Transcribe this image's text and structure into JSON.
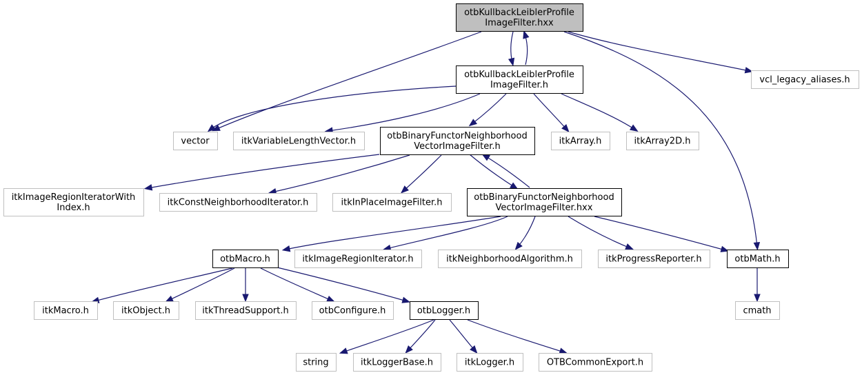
{
  "colors": {
    "edge": "#191970",
    "focus_fill": "#bfbfbf",
    "documented_border": "#000000",
    "external_border": "#bfbfbf",
    "node_fill": "#ffffff"
  },
  "nodes": [
    {
      "id": "kl_hxx",
      "kind": "focus",
      "lines": [
        "otbKullbackLeiblerProfile",
        "ImageFilter.hxx"
      ]
    },
    {
      "id": "kl_h",
      "kind": "documented",
      "lines": [
        "otbKullbackLeiblerProfile",
        "ImageFilter.h"
      ]
    },
    {
      "id": "vcl",
      "kind": "external",
      "lines": [
        "vcl_legacy_aliases.h"
      ]
    },
    {
      "id": "vector",
      "kind": "external",
      "lines": [
        "vector"
      ]
    },
    {
      "id": "itkvlv",
      "kind": "external",
      "lines": [
        "itkVariableLengthVector.h"
      ]
    },
    {
      "id": "bfn_h",
      "kind": "documented",
      "lines": [
        "otbBinaryFunctorNeighborhood",
        "VectorImageFilter.h"
      ]
    },
    {
      "id": "itkarray",
      "kind": "external",
      "lines": [
        "itkArray.h"
      ]
    },
    {
      "id": "itkarray2d",
      "kind": "external",
      "lines": [
        "itkArray2D.h"
      ]
    },
    {
      "id": "itkirwi",
      "kind": "external",
      "lines": [
        "itkImageRegionIteratorWith",
        "Index.h"
      ]
    },
    {
      "id": "itkcni",
      "kind": "external",
      "lines": [
        "itkConstNeighborhoodIterator.h"
      ]
    },
    {
      "id": "itkipif",
      "kind": "external",
      "lines": [
        "itkInPlaceImageFilter.h"
      ]
    },
    {
      "id": "bfn_hxx",
      "kind": "documented",
      "lines": [
        "otbBinaryFunctorNeighborhood",
        "VectorImageFilter.hxx"
      ]
    },
    {
      "id": "otbmacro",
      "kind": "documented",
      "lines": [
        "otbMacro.h"
      ]
    },
    {
      "id": "itkiri",
      "kind": "external",
      "lines": [
        "itkImageRegionIterator.h"
      ]
    },
    {
      "id": "itkna",
      "kind": "external",
      "lines": [
        "itkNeighborhoodAlgorithm.h"
      ]
    },
    {
      "id": "itkpr",
      "kind": "external",
      "lines": [
        "itkProgressReporter.h"
      ]
    },
    {
      "id": "otbmath",
      "kind": "documented",
      "lines": [
        "otbMath.h"
      ]
    },
    {
      "id": "itkmacro",
      "kind": "external",
      "lines": [
        "itkMacro.h"
      ]
    },
    {
      "id": "itkobject",
      "kind": "external",
      "lines": [
        "itkObject.h"
      ]
    },
    {
      "id": "itkts",
      "kind": "external",
      "lines": [
        "itkThreadSupport.h"
      ]
    },
    {
      "id": "otbconfigure",
      "kind": "external",
      "lines": [
        "otbConfigure.h"
      ]
    },
    {
      "id": "otblogger",
      "kind": "documented",
      "lines": [
        "otbLogger.h"
      ]
    },
    {
      "id": "cmath",
      "kind": "external",
      "lines": [
        "cmath"
      ]
    },
    {
      "id": "string",
      "kind": "external",
      "lines": [
        "string"
      ]
    },
    {
      "id": "itkloggerbase",
      "kind": "external",
      "lines": [
        "itkLoggerBase.h"
      ]
    },
    {
      "id": "itklogger",
      "kind": "external",
      "lines": [
        "itkLogger.h"
      ]
    },
    {
      "id": "otbcommonexport",
      "kind": "external",
      "lines": [
        "OTBCommonExport.h"
      ]
    }
  ],
  "edges": [
    {
      "from": "kl_hxx",
      "to": "kl_h"
    },
    {
      "from": "kl_hxx",
      "to": "vector"
    },
    {
      "from": "kl_hxx",
      "to": "vcl"
    },
    {
      "from": "kl_hxx",
      "to": "otbmath"
    },
    {
      "from": "kl_h",
      "to": "kl_hxx"
    },
    {
      "from": "kl_h",
      "to": "vector"
    },
    {
      "from": "kl_h",
      "to": "itkvlv"
    },
    {
      "from": "kl_h",
      "to": "bfn_h"
    },
    {
      "from": "kl_h",
      "to": "itkarray"
    },
    {
      "from": "kl_h",
      "to": "itkarray2d"
    },
    {
      "from": "bfn_h",
      "to": "itkirwi"
    },
    {
      "from": "bfn_h",
      "to": "itkcni"
    },
    {
      "from": "bfn_h",
      "to": "itkipif"
    },
    {
      "from": "bfn_h",
      "to": "bfn_hxx"
    },
    {
      "from": "bfn_hxx",
      "to": "bfn_h"
    },
    {
      "from": "bfn_hxx",
      "to": "otbmacro"
    },
    {
      "from": "bfn_hxx",
      "to": "itkiri"
    },
    {
      "from": "bfn_hxx",
      "to": "itkna"
    },
    {
      "from": "bfn_hxx",
      "to": "itkpr"
    },
    {
      "from": "bfn_hxx",
      "to": "otbmath"
    },
    {
      "from": "otbmacro",
      "to": "itkmacro"
    },
    {
      "from": "otbmacro",
      "to": "itkobject"
    },
    {
      "from": "otbmacro",
      "to": "itkts"
    },
    {
      "from": "otbmacro",
      "to": "otbconfigure"
    },
    {
      "from": "otbmacro",
      "to": "otblogger"
    },
    {
      "from": "otbmath",
      "to": "cmath"
    },
    {
      "from": "otblogger",
      "to": "string"
    },
    {
      "from": "otblogger",
      "to": "itkloggerbase"
    },
    {
      "from": "otblogger",
      "to": "itklogger"
    },
    {
      "from": "otblogger",
      "to": "otbcommonexport"
    }
  ]
}
